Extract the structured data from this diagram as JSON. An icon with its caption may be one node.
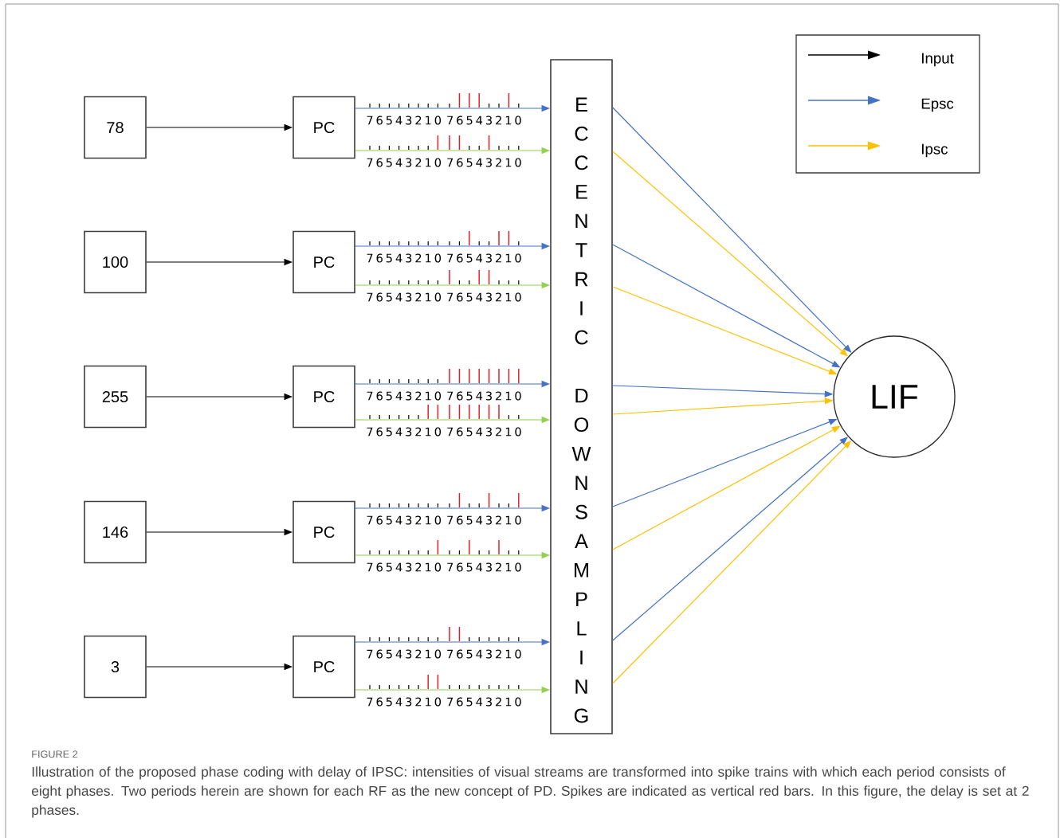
{
  "diagram": {
    "caption": "Illustration of the proposed phase coding with delay of IPSC: intensities of visual streams are transformed into spike trains with which each period consists of eight phases. Two periods herein are shown for each RF as the new concept of PD. Spikes are indicated as vertical red bars. In this figure, the delay is set at 2 phases.",
    "nodes": [
      {
        "text": [
          "78"
        ]
      },
      {
        "text": [
          "PC"
        ]
      },
      {
        "text": [
          "100"
        ]
      },
      {
        "text": [
          "PC"
        ]
      },
      {
        "text": [
          "255"
        ]
      },
      {
        "text": [
          "PC"
        ]
      },
      {
        "text": [
          "146"
        ]
      },
      {
        "text": [
          "PC"
        ]
      },
      {
        "text": [
          "3"
        ]
      },
      {
        "text": [
          "PC"
        ]
      },
      {
        "text": [
          "ECCENTRIC DOWNSAMPLING"
        ]
      },
      {
        "text": [
          "LIF"
        ]
      }
    ],
    "edges": [
      {
        "from": 0,
        "to": 1,
        "arrow": "to",
        "color": "#000000"
      },
      {
        "from": 1,
        "to": 10,
        "arrow": "to",
        "color": "#4472c4"
      },
      {
        "from": 1,
        "to": 10,
        "arrow": "to",
        "color": "#92d050"
      },
      {
        "from": 2,
        "to": 3,
        "arrow": "to",
        "color": "#000000"
      },
      {
        "from": 3,
        "to": 10,
        "arrow": "to",
        "color": "#4472c4"
      },
      {
        "from": 3,
        "to": 10,
        "arrow": "to",
        "color": "#92d050"
      },
      {
        "from": 4,
        "to": 5,
        "arrow": "to",
        "color": "#000000"
      },
      {
        "from": 5,
        "to": 10,
        "arrow": "to",
        "color": "#4472c4"
      },
      {
        "from": 5,
        "to": 10,
        "arrow": "to",
        "color": "#92d050"
      },
      {
        "from": 6,
        "to": 7,
        "arrow": "to",
        "color": "#000000"
      },
      {
        "from": 7,
        "to": 10,
        "arrow": "to",
        "color": "#4472c4"
      },
      {
        "from": 7,
        "to": 10,
        "arrow": "to",
        "color": "#92d050"
      },
      {
        "from": 8,
        "to": 9,
        "arrow": "to",
        "color": "#000000"
      },
      {
        "from": 9,
        "to": 10,
        "arrow": "to",
        "color": "#4472c4"
      },
      {
        "from": 9,
        "to": 10,
        "arrow": "to",
        "color": "#92d050"
      },
      {
        "from": 10,
        "to": 11,
        "arrow": "to",
        "color": "#4472c4"
      },
      {
        "from": 10,
        "to": 11,
        "arrow": "to",
        "color": "#ffc000"
      },
      {
        "from": 10,
        "to": 11,
        "arrow": "to",
        "color": "#4472c4"
      },
      {
        "from": 10,
        "to": 11,
        "arrow": "to",
        "color": "#ffc000"
      },
      {
        "from": 10,
        "to": 11,
        "arrow": "to",
        "color": "#4472c4"
      },
      {
        "from": 10,
        "to": 11,
        "arrow": "to",
        "color": "#ffc000"
      },
      {
        "from": 10,
        "to": 11,
        "arrow": "to",
        "color": "#4472c4"
      },
      {
        "from": 10,
        "to": 11,
        "arrow": "to",
        "color": "#ffc000"
      },
      {
        "from": 10,
        "to": 11,
        "arrow": "to",
        "color": "#4472c4"
      },
      {
        "from": 10,
        "to": 11,
        "arrow": "to",
        "color": "#ffc000"
      }
    ],
    "labels": [
      "7 6 5 4 3 2 1 0",
      "7 6 5 4 3 2 1 0",
      "7 6 5 4 3 2 1 0",
      "7 6 5 4 3 2 1 0",
      "7 6 5 4 3 2 1 0",
      "7 6 5 4 3 2 1 0",
      "7 6 5 4 3 2 1 0",
      "7 6 5 4 3 2 1 0",
      "7 6 5 4 3 2 1 0",
      "7 6 5 4 3 2 1 0",
      "7 6 5 4 3 2 1 0",
      "7 6 5 4 3 2 1 0",
      "7 6 5 4 3 2 1 0",
      "7 6 5 4 3 2 1 0",
      "7 6 5 4 3 2 1 0",
      "7 6 5 4 3 2 1 0",
      "7 6 5 4 3 2 1 0",
      "7 6 5 4 3 2 1 0",
      "7 6 5 4 3 2 1 0",
      "7 6 5 4 3 2 1 0",
      "FIGURE 2"
    ],
    "legend": [
      {
        "text": "Input"
      },
      {
        "text": "Epsc"
      },
      {
        "text": "Ipsc"
      }
    ]
  }
}
